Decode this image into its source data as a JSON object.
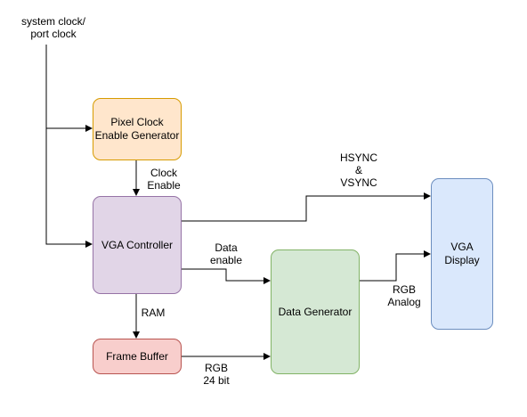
{
  "nodes": {
    "pixel_clock": {
      "label": "Pixel Clock\nEnable Generator",
      "fill": "#ffe6cc",
      "stroke": "#d79b00"
    },
    "vga_controller": {
      "label": "VGA Controller",
      "fill": "#e1d5e7",
      "stroke": "#9673a6"
    },
    "frame_buffer": {
      "label": "Frame Buffer",
      "fill": "#f8cecc",
      "stroke": "#b85450"
    },
    "data_generator": {
      "label": "Data Generator",
      "fill": "#d5e8d4",
      "stroke": "#82b366"
    },
    "vga_display": {
      "label": "VGA\nDisplay",
      "fill": "#dae8fc",
      "stroke": "#6c8ebf"
    }
  },
  "edge_labels": {
    "system_clock": "system clock/\nport clock",
    "clock_enable": "Clock\nEnable",
    "hsync_vsync": "HSYNC\n&\nVSYNC",
    "data_enable": "Data\nenable",
    "ram": "RAM",
    "rgb_24bit": "RGB\n24 bit",
    "rgb_analog": "RGB\nAnalog"
  },
  "colors": {
    "edge": "#000000"
  }
}
